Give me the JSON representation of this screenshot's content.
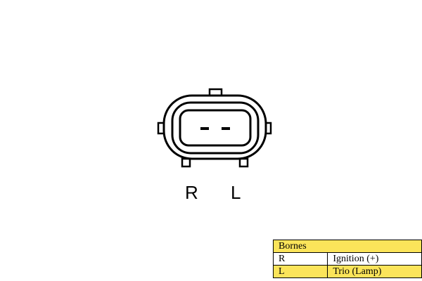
{
  "connector": {
    "pins": [
      {
        "label": "R"
      },
      {
        "label": "L"
      }
    ]
  },
  "legend": {
    "header": "Bornes",
    "rows": [
      {
        "terminal": "R",
        "function": "Ignition (+)"
      },
      {
        "terminal": "L",
        "function": "Trio (Lamp)"
      }
    ]
  },
  "colors": {
    "line": "#000000",
    "legend_fill": "#fbe45a"
  }
}
